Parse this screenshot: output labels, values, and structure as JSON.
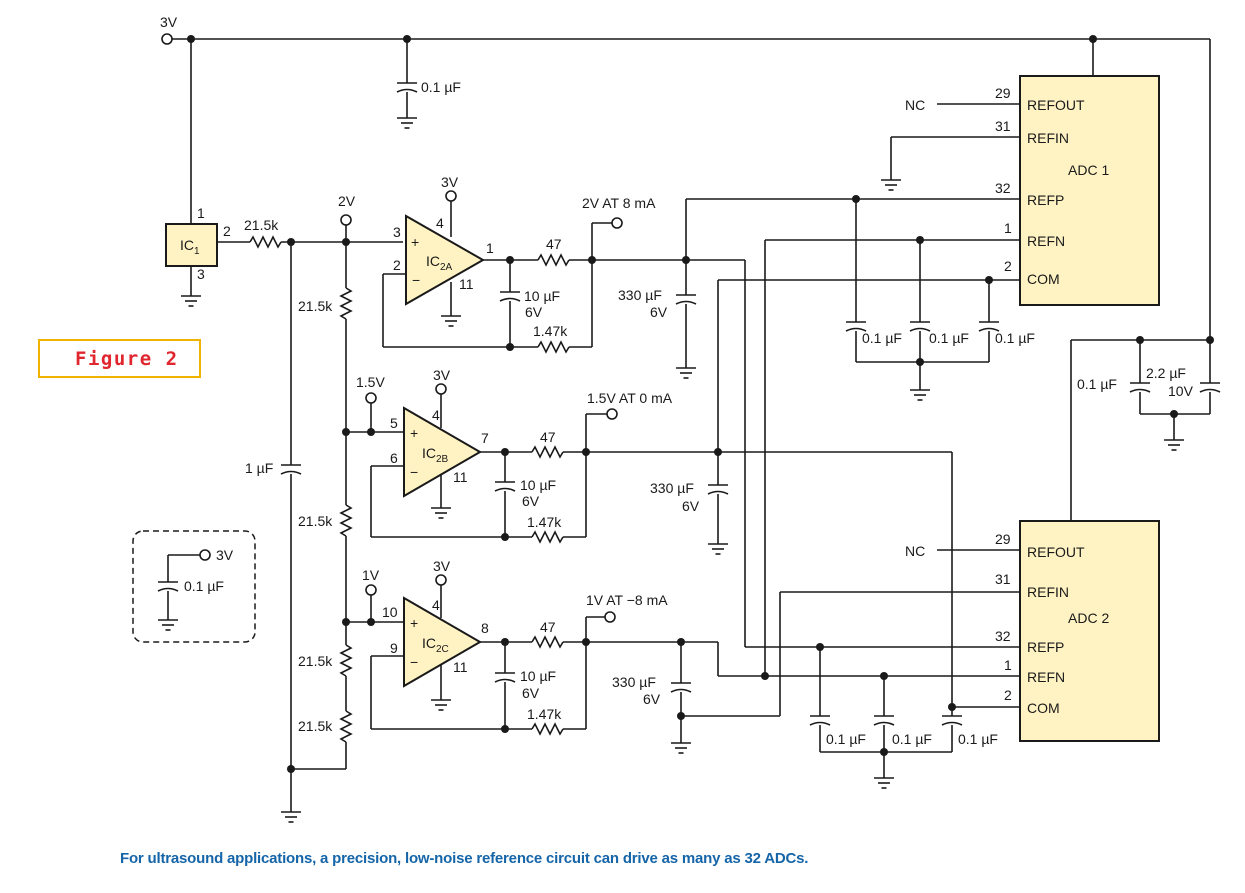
{
  "figure_label": "Figure 2",
  "caption": "For ultrasound applications, a precision, low-noise reference circuit can drive as many as 32 ADCs.",
  "colors": {
    "chip_fill": "#fff3c4",
    "label_border": "#f0b400",
    "label_text": "#e0262e",
    "caption": "#1565a8"
  },
  "labels": {
    "top_3v": "3V",
    "c_top": "0.1 µF",
    "ic1": {
      "name": "IC",
      "sub": "1",
      "pin1": "1",
      "pin2": "2",
      "pin3": "3"
    },
    "r_ic1": "21.5k",
    "node_2v": "2V",
    "node_15v": "1.5V",
    "node_1v": "1V",
    "c_1uf": "1 µF",
    "r_div": "21.5k",
    "op_a": {
      "name": "IC",
      "sub": "2A",
      "pin_plus": "3",
      "pin_minus": "2",
      "pin_vcc": "4",
      "pin_gnd": "11",
      "pin_out": "1",
      "vcc": "3V"
    },
    "op_b": {
      "name": "IC",
      "sub": "2B",
      "pin_plus": "5",
      "pin_minus": "6",
      "pin_vcc": "4",
      "pin_gnd": "11",
      "pin_out": "7",
      "vcc": "3V"
    },
    "op_c": {
      "name": "IC",
      "sub": "2C",
      "pin_plus": "10",
      "pin_minus": "9",
      "pin_vcc": "4",
      "pin_gnd": "11",
      "pin_out": "8",
      "vcc": "3V"
    },
    "r47": "47",
    "r147": "1.47k",
    "c10_a": "10 µF",
    "c10_b": "6V",
    "out_a": "2V AT 8 mA",
    "out_b": "1.5V AT 0 mA",
    "out_c": "1V AT −8 mA",
    "c330_a": "330 µF",
    "c330_b": "6V",
    "nc": "NC",
    "adc1": "ADC 1",
    "adc2": "ADC 2",
    "pin_refout": "REFOUT",
    "pin_refin": "REFIN",
    "pin_refp": "REFP",
    "pin_refn": "REFN",
    "pin_com": "COM",
    "pn_refout": "29",
    "pn_refin": "31",
    "pn_refp": "32",
    "pn_refn": "1",
    "pn_com": "2",
    "c_01": "0.1 µF",
    "c22_a": "2.2 µF",
    "c22_b": "10V",
    "legend_3v": "3V",
    "legend_c": "0.1 µF"
  }
}
